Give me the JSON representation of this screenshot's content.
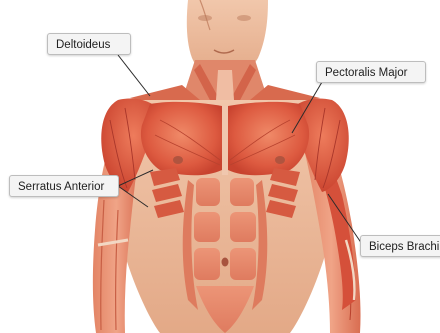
{
  "labels": {
    "deltoideus": "Deltoideus",
    "pectoralis_major": "Pectoralis Major",
    "serratus_anterior": "Serratus Anterior",
    "biceps_brachii": "Biceps Brachi"
  },
  "colors": {
    "skin": "#e9b596",
    "muscle": "#d9533c",
    "muscle_light": "#ec8a67",
    "tendon": "#f2d8c4",
    "leader_line": "#2b2b2b",
    "label_bg": "#f4f4f4",
    "label_border": "#bdbdbd"
  }
}
